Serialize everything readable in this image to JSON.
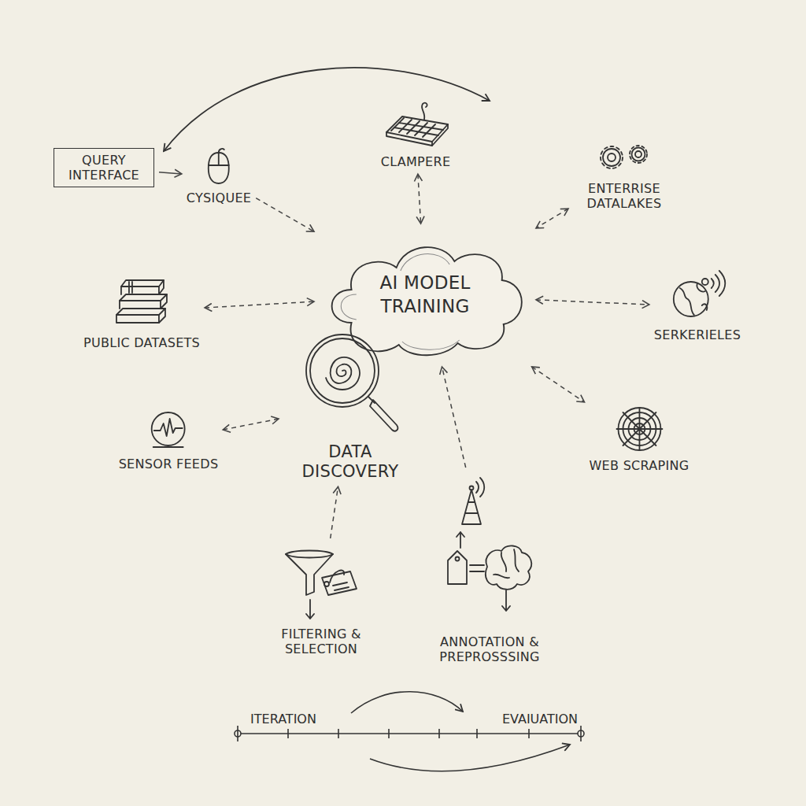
{
  "diagram": {
    "nodes": [
      {
        "text": [
          "QUERY INTERFACE"
        ]
      },
      {
        "text": [
          "CYSIQUEE"
        ]
      },
      {
        "text": [
          "CLAMPERE"
        ]
      },
      {
        "text": [
          "ENTERRISE DATALAKES"
        ]
      },
      {
        "text": [
          "AI MODEL TRAINING"
        ]
      },
      {
        "text": [
          "PUBLIC DATASETS"
        ]
      },
      {
        "text": [
          "SERKERIELES"
        ]
      },
      {
        "text": [
          "SENSOR FEEDS"
        ]
      },
      {
        "text": [
          "DATA DISCOVERY"
        ]
      },
      {
        "text": [
          "WEB SCRAPING"
        ]
      },
      {
        "text": [
          "FILTERING & SELECTION"
        ]
      },
      {
        "text": [
          "ANNOTATION & PREPROSSSING"
        ]
      }
    ],
    "edges": [
      {
        "from": 0,
        "to": 1,
        "arrow": "to"
      },
      {
        "from": 1,
        "to": 4,
        "arrow": "to"
      },
      {
        "from": 2,
        "to": 4,
        "arrow": "both"
      },
      {
        "from": 3,
        "to": 4,
        "arrow": "both"
      },
      {
        "from": 5,
        "to": 4,
        "arrow": "both"
      },
      {
        "from": 4,
        "to": 6,
        "arrow": "both"
      },
      {
        "from": 4,
        "to": 9,
        "arrow": "both"
      },
      {
        "from": 7,
        "to": 8,
        "arrow": "both"
      },
      {
        "from": 10,
        "to": 8,
        "arrow": "to"
      },
      {
        "from": 11,
        "to": 4,
        "arrow": "to"
      }
    ],
    "labels": [
      "ITERATION",
      "EVAIUATION"
    ]
  }
}
